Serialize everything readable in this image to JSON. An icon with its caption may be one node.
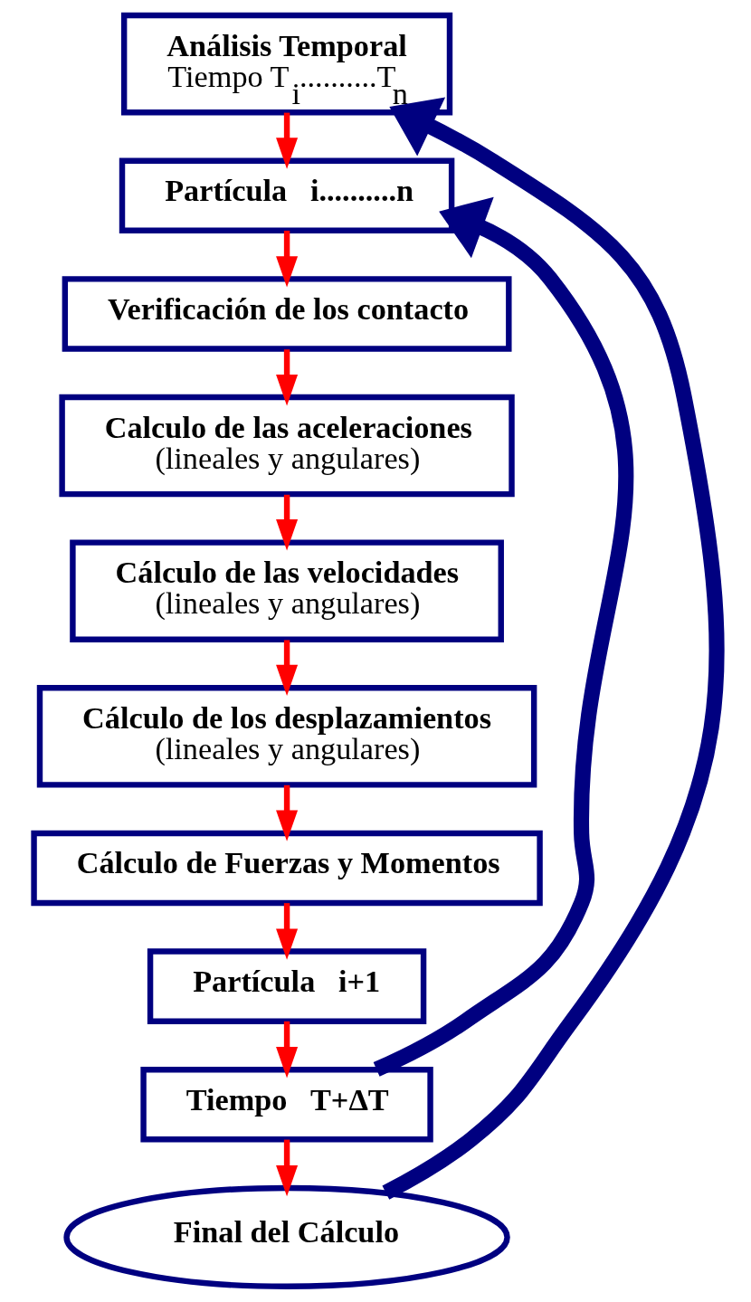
{
  "diagram": {
    "nodes": [
      {
        "text": [
          "Análisis Temporal",
          "Tiempo T$_{i}$..........T$_{n}$"
        ]
      },
      {
        "text": [
          "Partícula   i..........n"
        ]
      },
      {
        "text": [
          "Verificación de los contacto"
        ]
      },
      {
        "text": [
          "Calculo de las aceleraciones",
          "(lineales y angulares)"
        ]
      },
      {
        "text": [
          "Cálculo de las velocidades",
          "(lineales y angulares)"
        ]
      },
      {
        "text": [
          "Cálculo de los desplazamientos",
          "(lineales y angulares)"
        ]
      },
      {
        "text": [
          "Cálculo de Fuerzas y Momentos"
        ]
      },
      {
        "text": [
          "Partícula   i+1"
        ]
      },
      {
        "text": [
          "Tiempo   T+ΔT"
        ]
      },
      {
        "text": [
          "Final del Cálculo"
        ]
      }
    ],
    "edges": [
      {
        "from": 0,
        "to": 1,
        "arrow": "to"
      },
      {
        "from": 1,
        "to": 2,
        "arrow": "to"
      },
      {
        "from": 2,
        "to": 3,
        "arrow": "to"
      },
      {
        "from": 3,
        "to": 4,
        "arrow": "to"
      },
      {
        "from": 4,
        "to": 5,
        "arrow": "to"
      },
      {
        "from": 5,
        "to": 6,
        "arrow": "to"
      },
      {
        "from": 6,
        "to": 7,
        "arrow": "to"
      },
      {
        "from": 7,
        "to": 8,
        "arrow": "to"
      },
      {
        "from": 8,
        "to": 9,
        "arrow": "to"
      },
      {
        "from": 8,
        "to": 1,
        "arrow": "to",
        "style": "thick",
        "color": "#000080"
      },
      {
        "from": 9,
        "to": 0,
        "arrow": "to",
        "style": "thick",
        "color": "#000080"
      }
    ]
  }
}
